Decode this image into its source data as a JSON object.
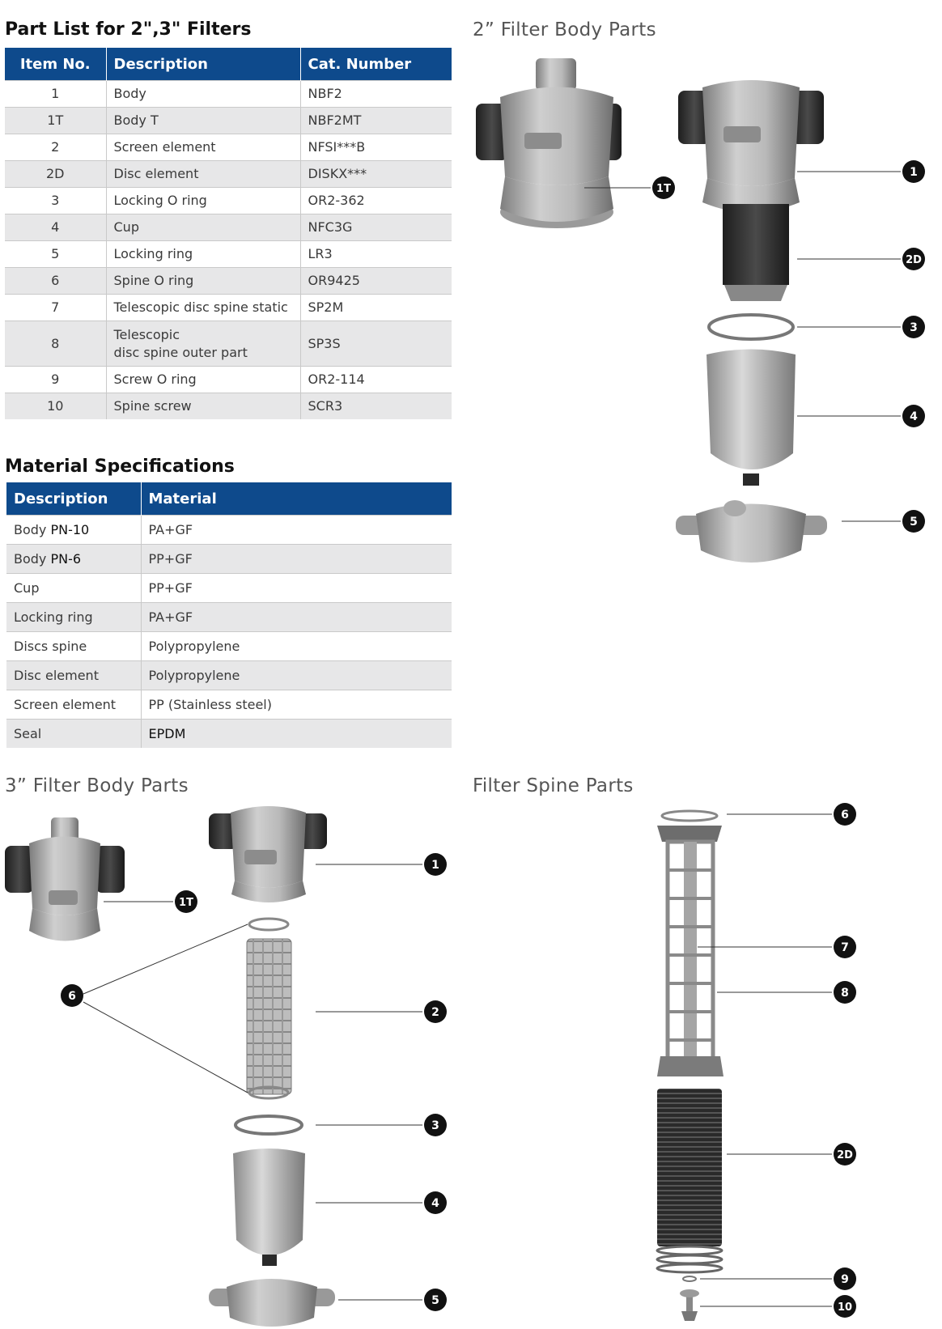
{
  "part_list": {
    "title": "Part List for 2\",3\" Filters",
    "headers": [
      "Item No.",
      "Description",
      "Cat. Number"
    ],
    "rows": [
      {
        "item": "1",
        "description": "Body",
        "cat": "NBF2"
      },
      {
        "item": "1T",
        "description": "Body T",
        "cat": "NBF2MT"
      },
      {
        "item": "2",
        "description": "Screen element",
        "cat": "NFSI***B"
      },
      {
        "item": "2D",
        "description": "Disc element",
        "cat": "DISKX***"
      },
      {
        "item": "3",
        "description": "Locking O ring",
        "cat": "OR2-362"
      },
      {
        "item": "4",
        "description": "Cup",
        "cat": "NFC3G"
      },
      {
        "item": "5",
        "description": "Locking ring",
        "cat": "LR3"
      },
      {
        "item": "6",
        "description": "Spine O ring",
        "cat": "OR9425"
      },
      {
        "item": "7",
        "description": "Telescopic disc spine static",
        "cat": "SP2M"
      },
      {
        "item": "8",
        "description": "Telescopic",
        "description2": "disc spine outer part",
        "cat": "SP3S"
      },
      {
        "item": "9",
        "description": "Screw O ring",
        "cat": "OR2-114"
      },
      {
        "item": "10",
        "description": "Spine screw",
        "cat": "SCR3"
      }
    ]
  },
  "materials": {
    "title": "Material Specifications",
    "headers": [
      "Description",
      "Material"
    ],
    "rows": [
      {
        "description": "Body ",
        "grade": "PN-10",
        "material": "PA+GF"
      },
      {
        "description": "Body ",
        "grade": "PN-6",
        "material": "PP+GF"
      },
      {
        "description": "Cup",
        "material": "PP+GF"
      },
      {
        "description": "Locking ring",
        "material": "PA+GF"
      },
      {
        "description": "Discs spine",
        "material": "Polypropylene"
      },
      {
        "description": "Disc element",
        "material": "Polypropylene"
      },
      {
        "description": "Screen element",
        "material": "PP (Stainless steel)"
      },
      {
        "description": "Seal",
        "material": "EPDM"
      }
    ]
  },
  "sections": {
    "two_inch": "2” Filter Body Parts",
    "three_inch": "3” Filter Body Parts",
    "spine": "Filter Spine Parts"
  },
  "callouts": {
    "c1T_2": "1T",
    "c1_2": "1",
    "c2D_2": "2D",
    "c3_2": "3",
    "c4_2": "4",
    "c5_2": "5",
    "c1_3": "1",
    "c1T_3": "1T",
    "c6_3": "6",
    "c2_3": "2",
    "c3_3": "3",
    "c4_3": "4",
    "c5_3": "5",
    "c6_s": "6",
    "c7_s": "7",
    "c8_s": "8",
    "c2D_s": "2D",
    "c9_s": "9",
    "c10_s": "10"
  },
  "colors": {
    "header_blue": "#0e4a8c",
    "row_alt": "#e7e7e8",
    "part_gray": "#a9a9a9"
  }
}
